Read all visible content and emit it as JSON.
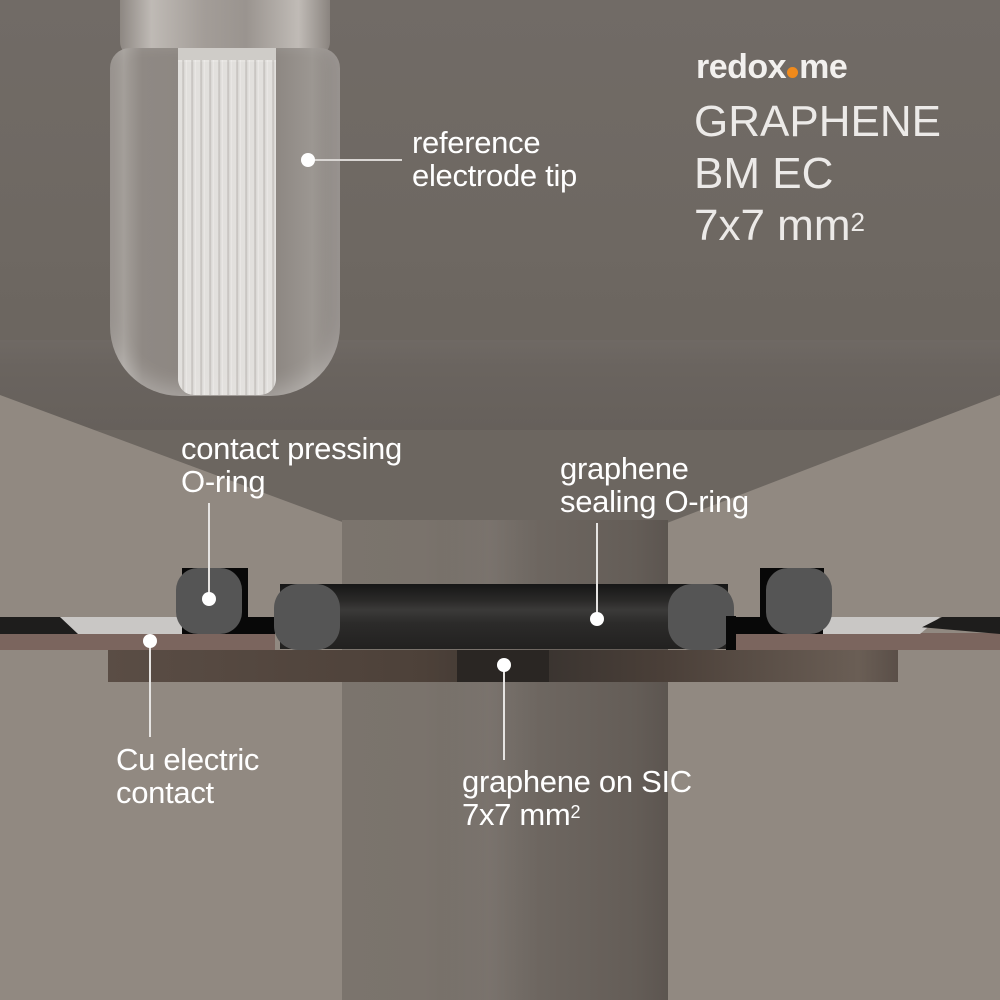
{
  "brand": {
    "name_part1": "redox",
    "name_part2": "me",
    "dot_color": "#f08a1c"
  },
  "title": {
    "line1": "GRAPHENE",
    "line2": "BM EC",
    "line3_base": "7x7 mm",
    "line3_sup": "2"
  },
  "labels": {
    "reference_electrode": {
      "line1": "reference",
      "line2": "electrode tip"
    },
    "contact_pressing": {
      "line1": "contact pressing",
      "line2": "O-ring"
    },
    "graphene_sealing": {
      "line1": "graphene",
      "line2": "sealing O-ring"
    },
    "cu_contact": {
      "line1": "Cu electric",
      "line2": "contact"
    },
    "graphene_sic": {
      "line1": "graphene on SIC",
      "line2_base": "7x7 mm",
      "line2_sup": "2"
    }
  },
  "colors": {
    "background": "#6e6862",
    "wall": "#918981",
    "oring": "#555555",
    "copper": "#7b655e",
    "label_text": "#ffffff"
  }
}
